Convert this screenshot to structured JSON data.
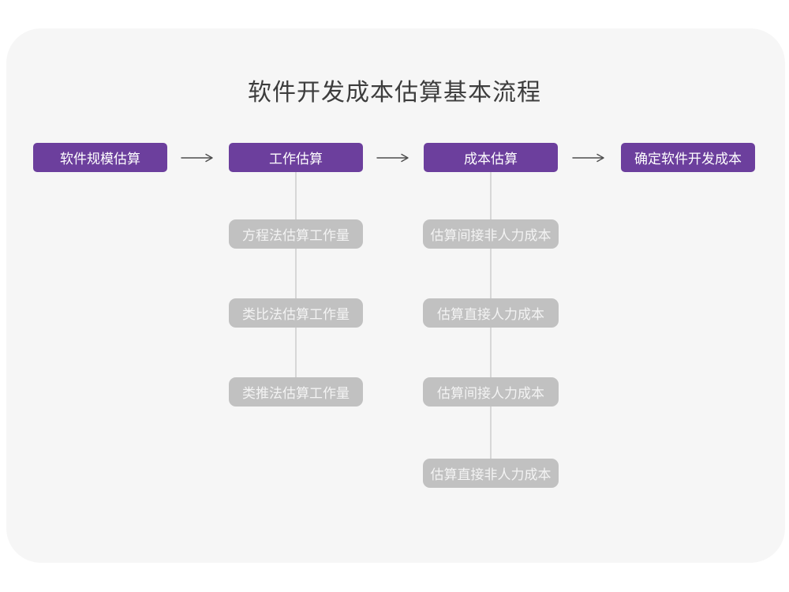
{
  "title": "软件开发成本估算基本流程",
  "colors": {
    "accent_purple": "#6c3f9d",
    "node_gray": "#c1c1c1",
    "card_background": "#f6f6f6",
    "connector_line": "#d7d7d7",
    "arrow": "#4d4d4d",
    "title_text": "#3d3d3d"
  },
  "flow": {
    "stages": [
      {
        "label": "软件规模估算"
      },
      {
        "label": "工作估算"
      },
      {
        "label": "成本估算"
      },
      {
        "label": "确定软件开发成本"
      }
    ],
    "work_methods": [
      {
        "label": "方程法估算工作量"
      },
      {
        "label": "类比法估算工作量"
      },
      {
        "label": "类推法估算工作量"
      }
    ],
    "cost_components": [
      {
        "label": "估算间接非人力成本"
      },
      {
        "label": "估算直接人力成本"
      },
      {
        "label": "估算间接人力成本"
      },
      {
        "label": "估算直接非人力成本"
      }
    ]
  }
}
